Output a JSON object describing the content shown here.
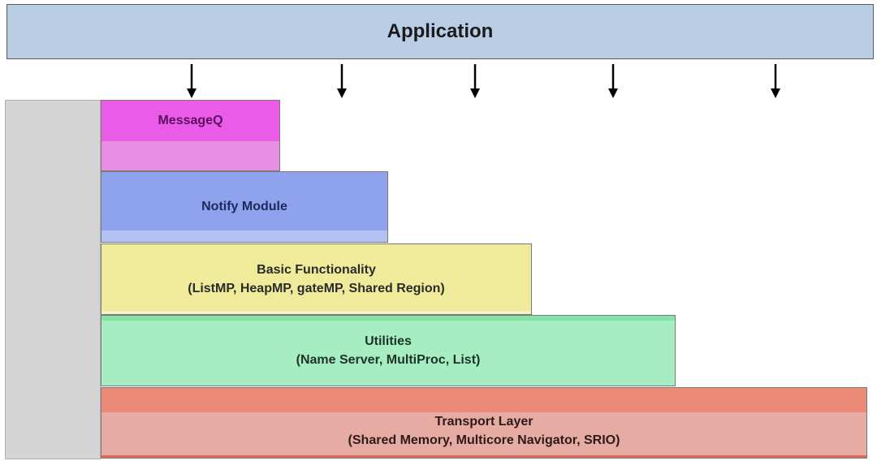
{
  "application": {
    "title": "Application"
  },
  "layers": {
    "messageq": {
      "label": "MessageQ"
    },
    "notify": {
      "label": "Notify Module"
    },
    "basic": {
      "title": "Basic Functionality",
      "detail": "(ListMP, HeapMP, gateMP, Shared Region)"
    },
    "utilities": {
      "title": "Utilities",
      "detail": "(Name Server, MultiProc, List)"
    },
    "transport": {
      "title": "Transport Layer",
      "detail": "(Shared Memory, Multicore Navigator, SRIO)"
    }
  },
  "colors": {
    "application": "#b9cde5",
    "messageq": "#ea5be8",
    "notify": "#8ea2ee",
    "basic": "#efeb9a",
    "utilities": "#a6edc2",
    "transport": "#ec8a78",
    "side_bar": "#d4d4d4"
  },
  "icons": {
    "arrow": "down-arrow-icon"
  }
}
